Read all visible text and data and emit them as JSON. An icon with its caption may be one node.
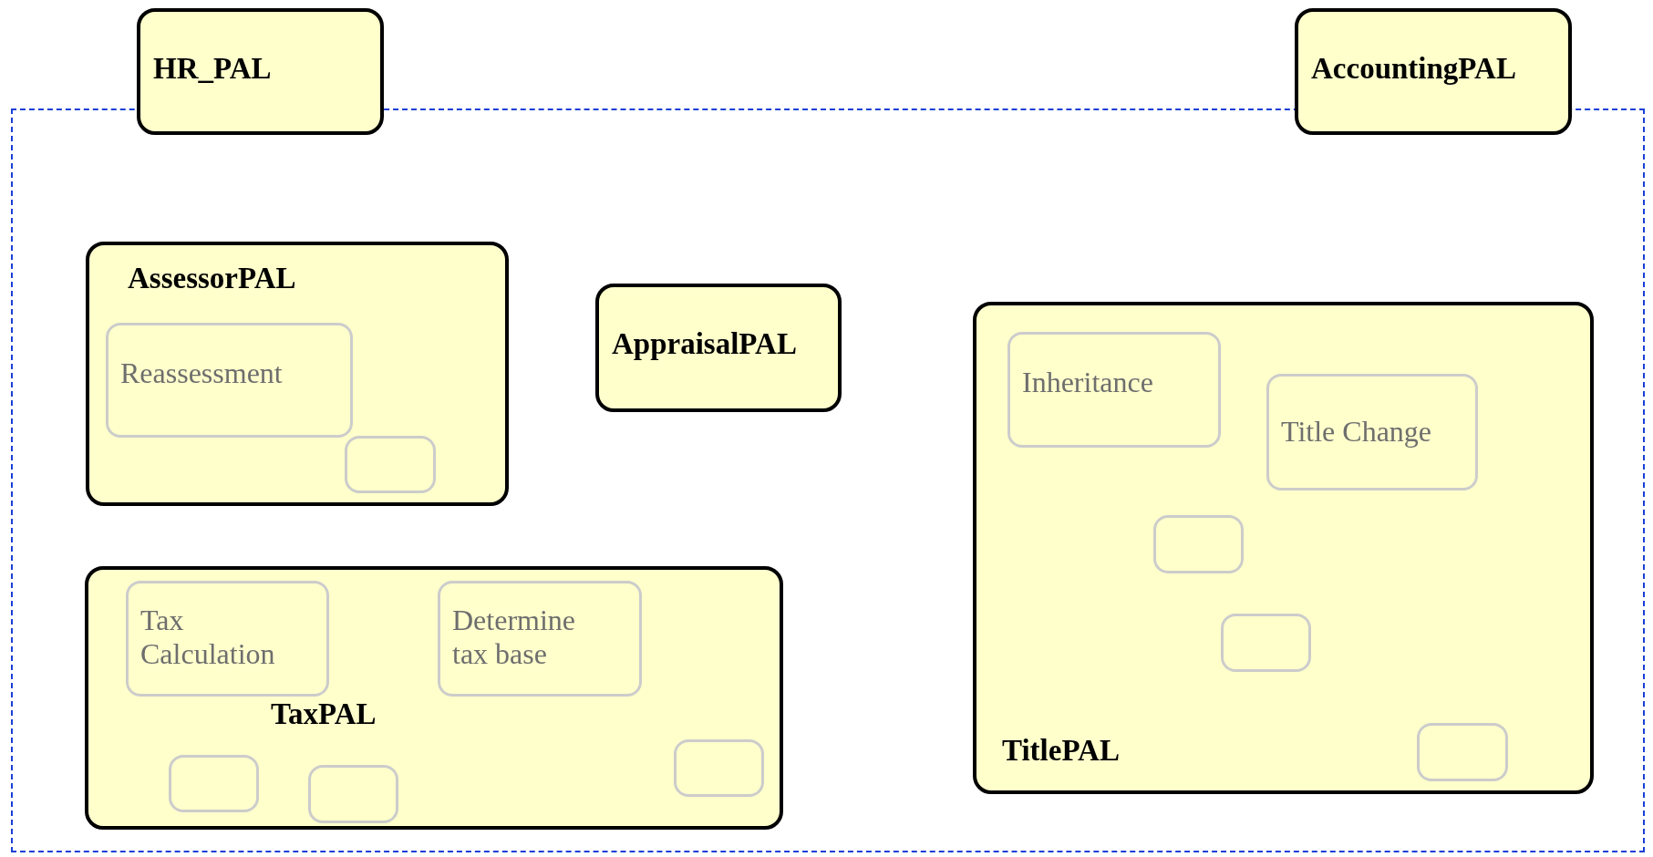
{
  "diagram": {
    "nodes": [
      {
        "text": [],
        "shape": "box"
      },
      {
        "text": [
          "HR_PAL"
        ]
      },
      {
        "text": [
          "AccountingPAL"
        ]
      },
      {
        "text": [
          "AssessorPAL"
        ],
        "in": 0
      },
      {
        "text": [
          "Reassessment"
        ],
        "in": 3
      },
      {
        "text": [],
        "shape": "box",
        "in": 3
      },
      {
        "text": [
          "AppraisalPAL"
        ],
        "in": 0
      },
      {
        "text": [
          "TitlePAL"
        ],
        "in": 0
      },
      {
        "text": [
          "Inheritance"
        ],
        "in": 7
      },
      {
        "text": [
          "Title Change"
        ],
        "in": 7
      },
      {
        "text": [],
        "shape": "box",
        "in": 7
      },
      {
        "text": [],
        "shape": "box",
        "in": 7
      },
      {
        "text": [],
        "shape": "box",
        "in": 7
      },
      {
        "text": [
          "TaxPAL"
        ],
        "in": 0
      },
      {
        "text": [
          "Tax Calculation"
        ],
        "in": 13
      },
      {
        "text": [
          "Determine tax base"
        ],
        "in": 13
      },
      {
        "text": [],
        "shape": "box",
        "in": 13
      },
      {
        "text": [],
        "shape": "box",
        "in": 13
      },
      {
        "text": [],
        "shape": "box",
        "in": 13
      }
    ]
  }
}
